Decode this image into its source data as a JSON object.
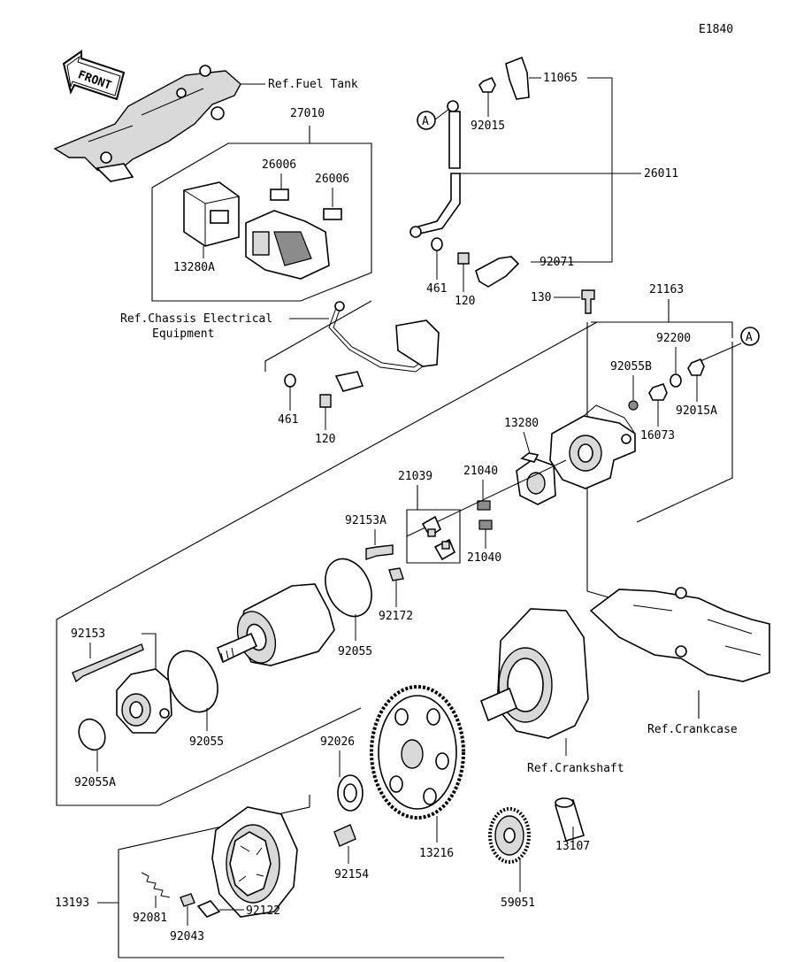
{
  "diagram_code": "E1840",
  "front_arrow_text": "FRONT",
  "ref_labels": {
    "fuel_tank": "Ref.Fuel Tank",
    "chassis_line1": "Ref.Chassis Electrical",
    "chassis_line2": "Equipment",
    "crankcase": "Ref.Crankcase",
    "crankshaft": "Ref.Crankshaft"
  },
  "connector_marker": "A",
  "part_numbers": {
    "p11065": "11065",
    "p27010": "27010",
    "p92015": "92015",
    "p26006a": "26006",
    "p26006b": "26006",
    "p26011": "26011",
    "p13280A": "13280A",
    "p461a": "461",
    "p120a": "120",
    "p92071": "92071",
    "p130": "130",
    "p21163": "21163",
    "p461b": "461",
    "p120b": "120",
    "p92200": "92200",
    "p92055B": "92055B",
    "p92015A": "92015A",
    "p16073": "16073",
    "p13280": "13280",
    "p21039": "21039",
    "p21040a": "21040",
    "p21040b": "21040",
    "p92153A": "92153A",
    "p92172": "92172",
    "p92153": "92153",
    "p92055a": "92055",
    "p92055b": "92055",
    "p92055A": "92055A",
    "p92026": "92026",
    "p13216": "13216",
    "p13107": "13107",
    "p59051": "59051",
    "p13193": "13193",
    "p92154": "92154",
    "p92081": "92081",
    "p92122": "92122",
    "p92043": "92043"
  }
}
